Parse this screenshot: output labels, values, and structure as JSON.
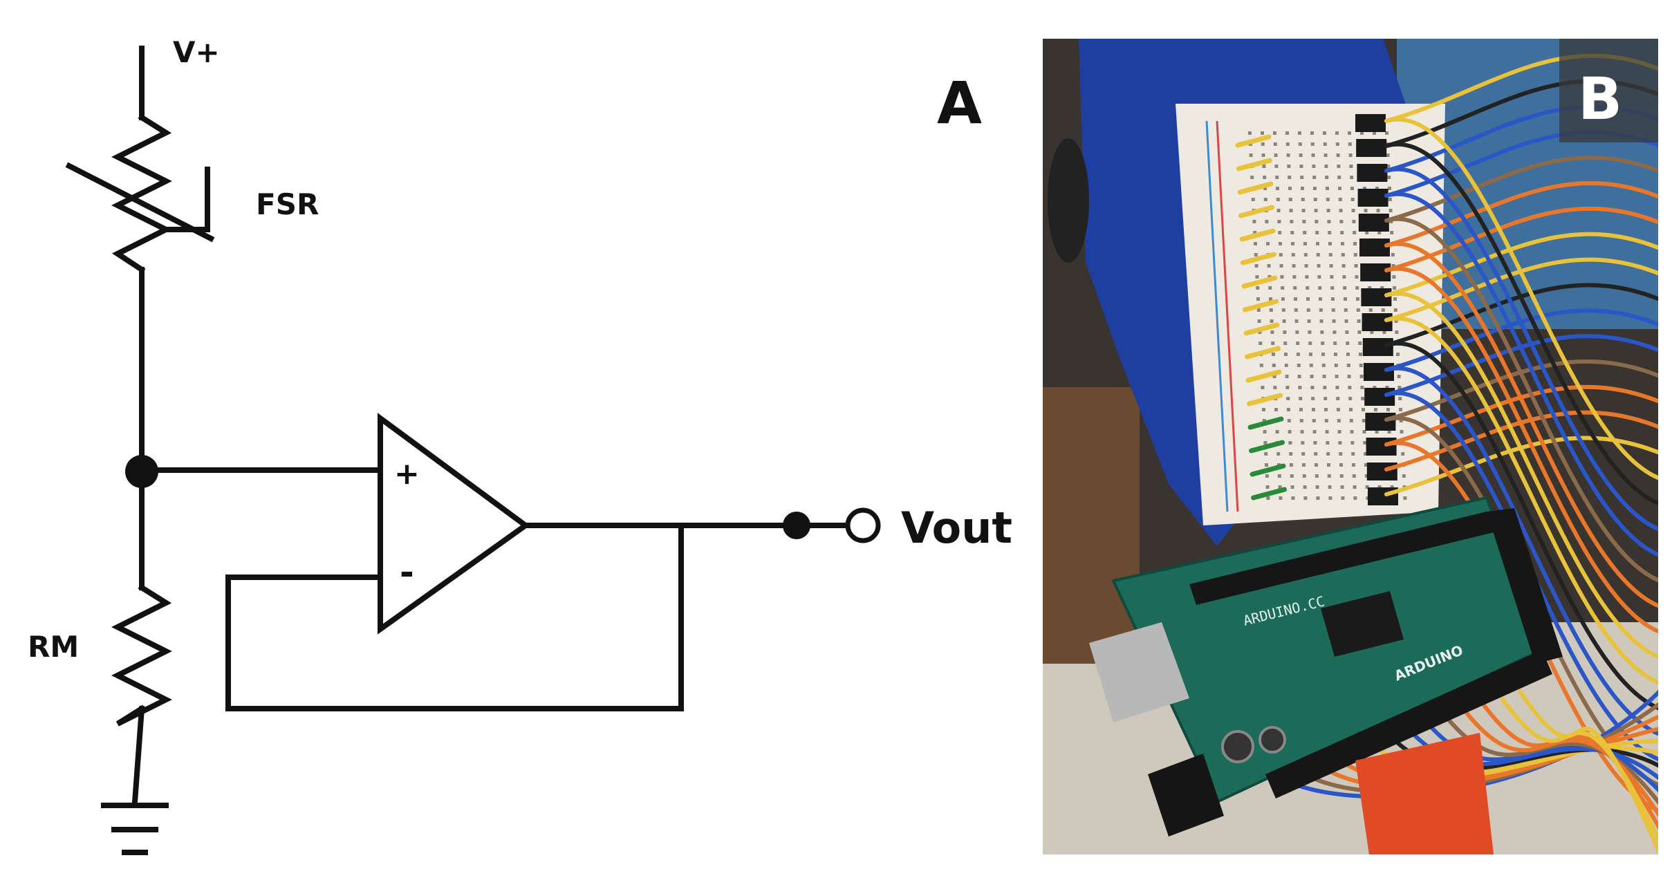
{
  "panels": {
    "a": {
      "letter": "A"
    },
    "b": {
      "letter": "B"
    }
  },
  "circuit": {
    "supply_label": "V+",
    "sensor_label": "FSR",
    "resistor_label": "RM",
    "plus_label": "+",
    "minus_label": "-",
    "output_label": "Vout"
  },
  "photo": {
    "board_text": "ARDUINO.CC",
    "logo_text": "ARDUINO"
  },
  "colors": {
    "line": "#111111",
    "glove": "#1f3fa0",
    "board": "#1c6b5a",
    "breadboard": "#eeeae2",
    "wire_yellow": "#e8c23a",
    "wire_orange": "#e8772c",
    "wire_blue": "#2a56c8",
    "wire_brown": "#8a6a4a",
    "wire_black": "#222222"
  }
}
